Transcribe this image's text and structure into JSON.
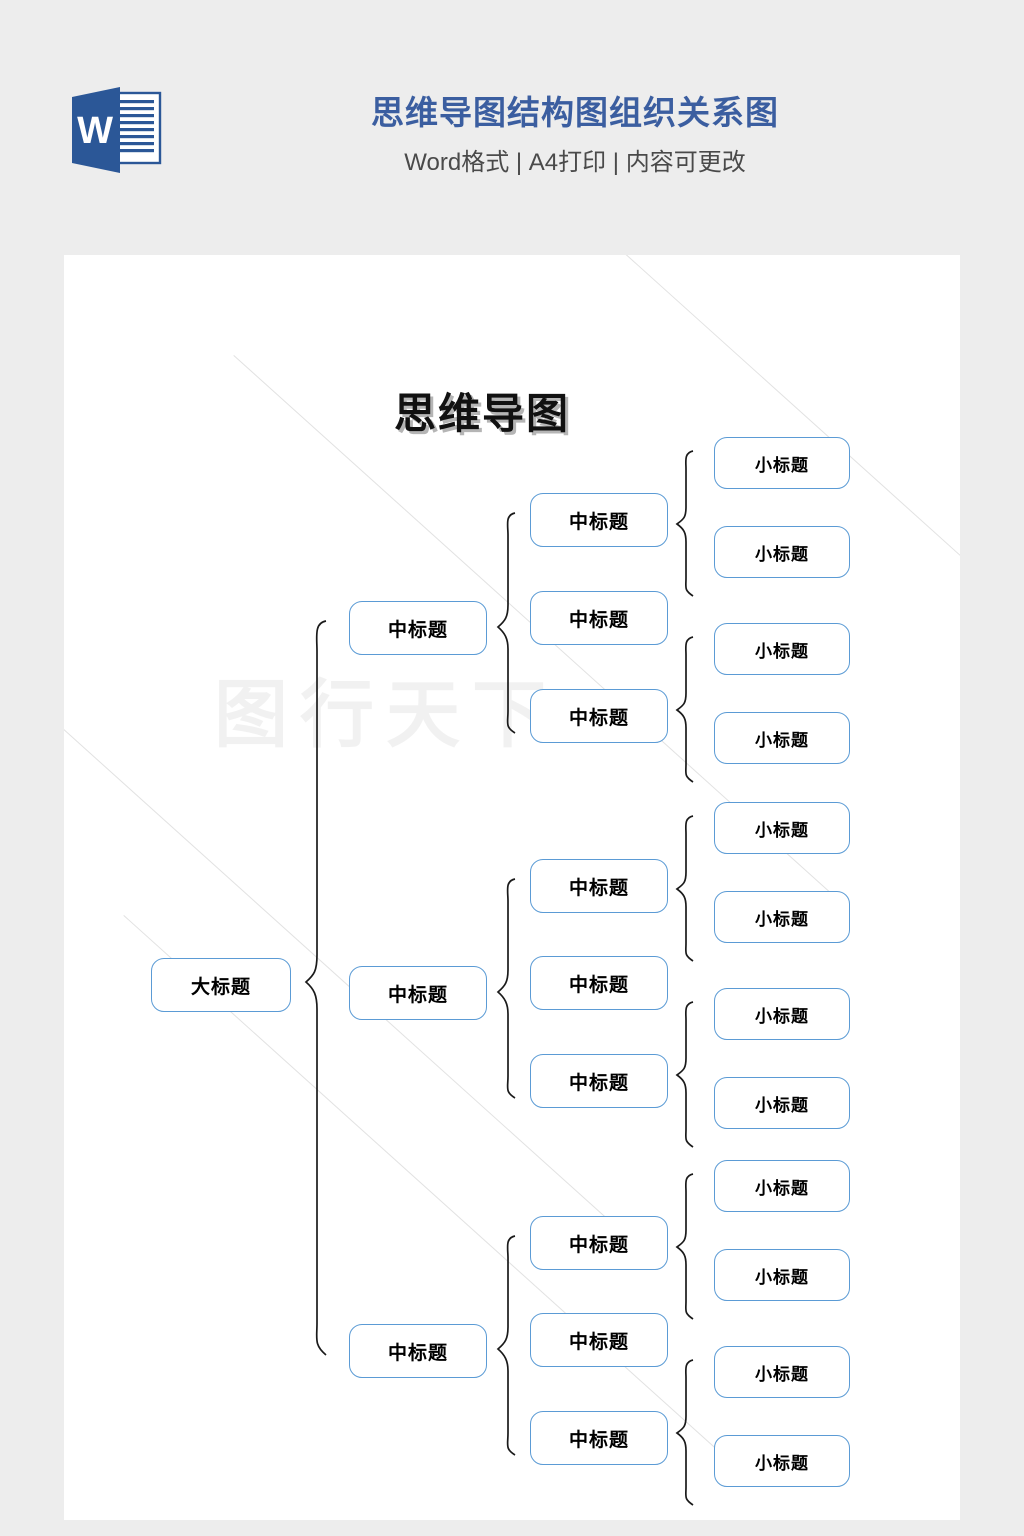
{
  "header": {
    "logo_name": "word-logo-icon",
    "logo_letter": "W",
    "title": "思维导图结构图组织关系图",
    "subtitle": "Word格式 | A4打印 | 内容可更改",
    "title_color": "#3b5ea0",
    "subtitle_color": "#4a4a4a"
  },
  "page": {
    "background_color": "#ededed",
    "card_color": "#ffffff",
    "watermark_text": "图行天下"
  },
  "diagram": {
    "title": "思维导图",
    "node_border_color": "#5b9bd5",
    "connector_color": "#1a1a1a",
    "root": {
      "label": "大标题"
    },
    "branches": [
      {
        "label": "中标题",
        "children": [
          {
            "label": "中标题",
            "leaves": [
              {
                "label": "小标题"
              },
              {
                "label": "小标题"
              }
            ]
          },
          {
            "label": "中标题",
            "leaves": []
          },
          {
            "label": "中标题",
            "leaves": [
              {
                "label": "小标题"
              },
              {
                "label": "小标题"
              }
            ]
          }
        ]
      },
      {
        "label": "中标题",
        "children": [
          {
            "label": "中标题",
            "leaves": [
              {
                "label": "小标题"
              },
              {
                "label": "小标题"
              }
            ]
          },
          {
            "label": "中标题",
            "leaves": []
          },
          {
            "label": "中标题",
            "leaves": [
              {
                "label": "小标题"
              },
              {
                "label": "小标题"
              }
            ]
          }
        ]
      },
      {
        "label": "中标题",
        "children": [
          {
            "label": "中标题",
            "leaves": [
              {
                "label": "小标题"
              },
              {
                "label": "小标题"
              }
            ]
          },
          {
            "label": "中标题",
            "leaves": []
          },
          {
            "label": "中标题",
            "leaves": [
              {
                "label": "小标题"
              },
              {
                "label": "小标题"
              }
            ]
          }
        ]
      }
    ]
  }
}
